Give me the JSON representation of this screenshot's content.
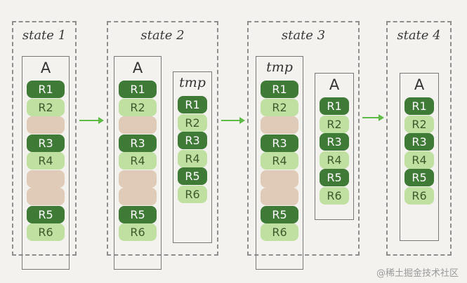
{
  "states": [
    {
      "title": "state 1",
      "tables": [
        {
          "label": "A",
          "italic": false,
          "slots": [
            {
              "text": "R1",
              "kind": "dark"
            },
            {
              "text": "R2",
              "kind": "light"
            },
            {
              "text": "",
              "kind": "gap"
            },
            {
              "text": "R3",
              "kind": "dark"
            },
            {
              "text": "R4",
              "kind": "light"
            },
            {
              "text": "",
              "kind": "gap"
            },
            {
              "text": "",
              "kind": "gap"
            },
            {
              "text": "R5",
              "kind": "dark"
            },
            {
              "text": "R6",
              "kind": "light"
            }
          ]
        }
      ]
    },
    {
      "title": "state 2",
      "tables": [
        {
          "label": "A",
          "italic": false,
          "slots": [
            {
              "text": "R1",
              "kind": "dark"
            },
            {
              "text": "R2",
              "kind": "light"
            },
            {
              "text": "",
              "kind": "gap"
            },
            {
              "text": "R3",
              "kind": "dark"
            },
            {
              "text": "R4",
              "kind": "light"
            },
            {
              "text": "",
              "kind": "gap"
            },
            {
              "text": "",
              "kind": "gap"
            },
            {
              "text": "R5",
              "kind": "dark"
            },
            {
              "text": "R6",
              "kind": "light"
            }
          ]
        },
        {
          "label": "tmp",
          "italic": true,
          "slots": [
            {
              "text": "R1",
              "kind": "dark"
            },
            {
              "text": "R2",
              "kind": "light"
            },
            {
              "text": "R3",
              "kind": "dark"
            },
            {
              "text": "R4",
              "kind": "light"
            },
            {
              "text": "R5",
              "kind": "dark"
            },
            {
              "text": "R6",
              "kind": "light"
            }
          ]
        }
      ]
    },
    {
      "title": "state 3",
      "tables": [
        {
          "label": "tmp",
          "italic": true,
          "slots": [
            {
              "text": "R1",
              "kind": "dark"
            },
            {
              "text": "R2",
              "kind": "light"
            },
            {
              "text": "",
              "kind": "gap"
            },
            {
              "text": "R3",
              "kind": "dark"
            },
            {
              "text": "R4",
              "kind": "light"
            },
            {
              "text": "",
              "kind": "gap"
            },
            {
              "text": "",
              "kind": "gap"
            },
            {
              "text": "R5",
              "kind": "dark"
            },
            {
              "text": "R6",
              "kind": "light"
            }
          ]
        },
        {
          "label": "A",
          "italic": false,
          "slots": [
            {
              "text": "R1",
              "kind": "dark"
            },
            {
              "text": "R2",
              "kind": "light"
            },
            {
              "text": "R3",
              "kind": "dark"
            },
            {
              "text": "R4",
              "kind": "light"
            },
            {
              "text": "R5",
              "kind": "dark"
            },
            {
              "text": "R6",
              "kind": "light"
            }
          ]
        }
      ]
    },
    {
      "title": "state 4",
      "tables": [
        {
          "label": "A",
          "italic": false,
          "slots": [
            {
              "text": "R1",
              "kind": "dark"
            },
            {
              "text": "R2",
              "kind": "light"
            },
            {
              "text": "R3",
              "kind": "dark"
            },
            {
              "text": "R4",
              "kind": "light"
            },
            {
              "text": "R5",
              "kind": "dark"
            },
            {
              "text": "R6",
              "kind": "light"
            }
          ]
        }
      ]
    }
  ],
  "colors": {
    "row_dark": "#3f7a37",
    "row_light": "#bfe0a0",
    "gap": "#e0cbb8",
    "arrow": "#5dbb46",
    "border": "#8e8e8e"
  },
  "watermark": "@稀土掘金技术社区"
}
